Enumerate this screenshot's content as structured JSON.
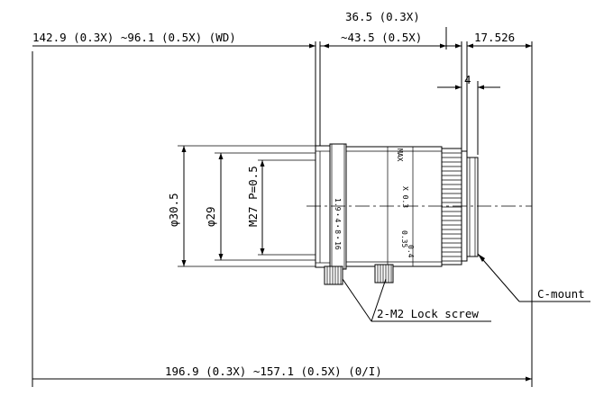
{
  "dimensions": {
    "wd_range": "142.9 (0.3X) ~96.1 (0.5X) (WD)",
    "length_03x": "36.5 (0.3X)",
    "length_05x": "~43.5 (0.5X)",
    "flange_back": "17.526",
    "rear_step": "4",
    "overall_oi": "196.9 (0.3X) ~157.1 (0.5X) (0/I)",
    "outer_diameter": "φ30.5",
    "inner_diameter": "φ29",
    "filter_thread": "M27 P=0.5"
  },
  "callouts": {
    "mount": "C-mount",
    "lock_screw": "2-M2 Lock screw"
  },
  "lens_markings": {
    "aperture_scale": "1.9・4・8・16",
    "focus_scale": "X 0.3",
    "mag_035": "0.35",
    "mag_04": "0.4",
    "brand": "MAX"
  }
}
